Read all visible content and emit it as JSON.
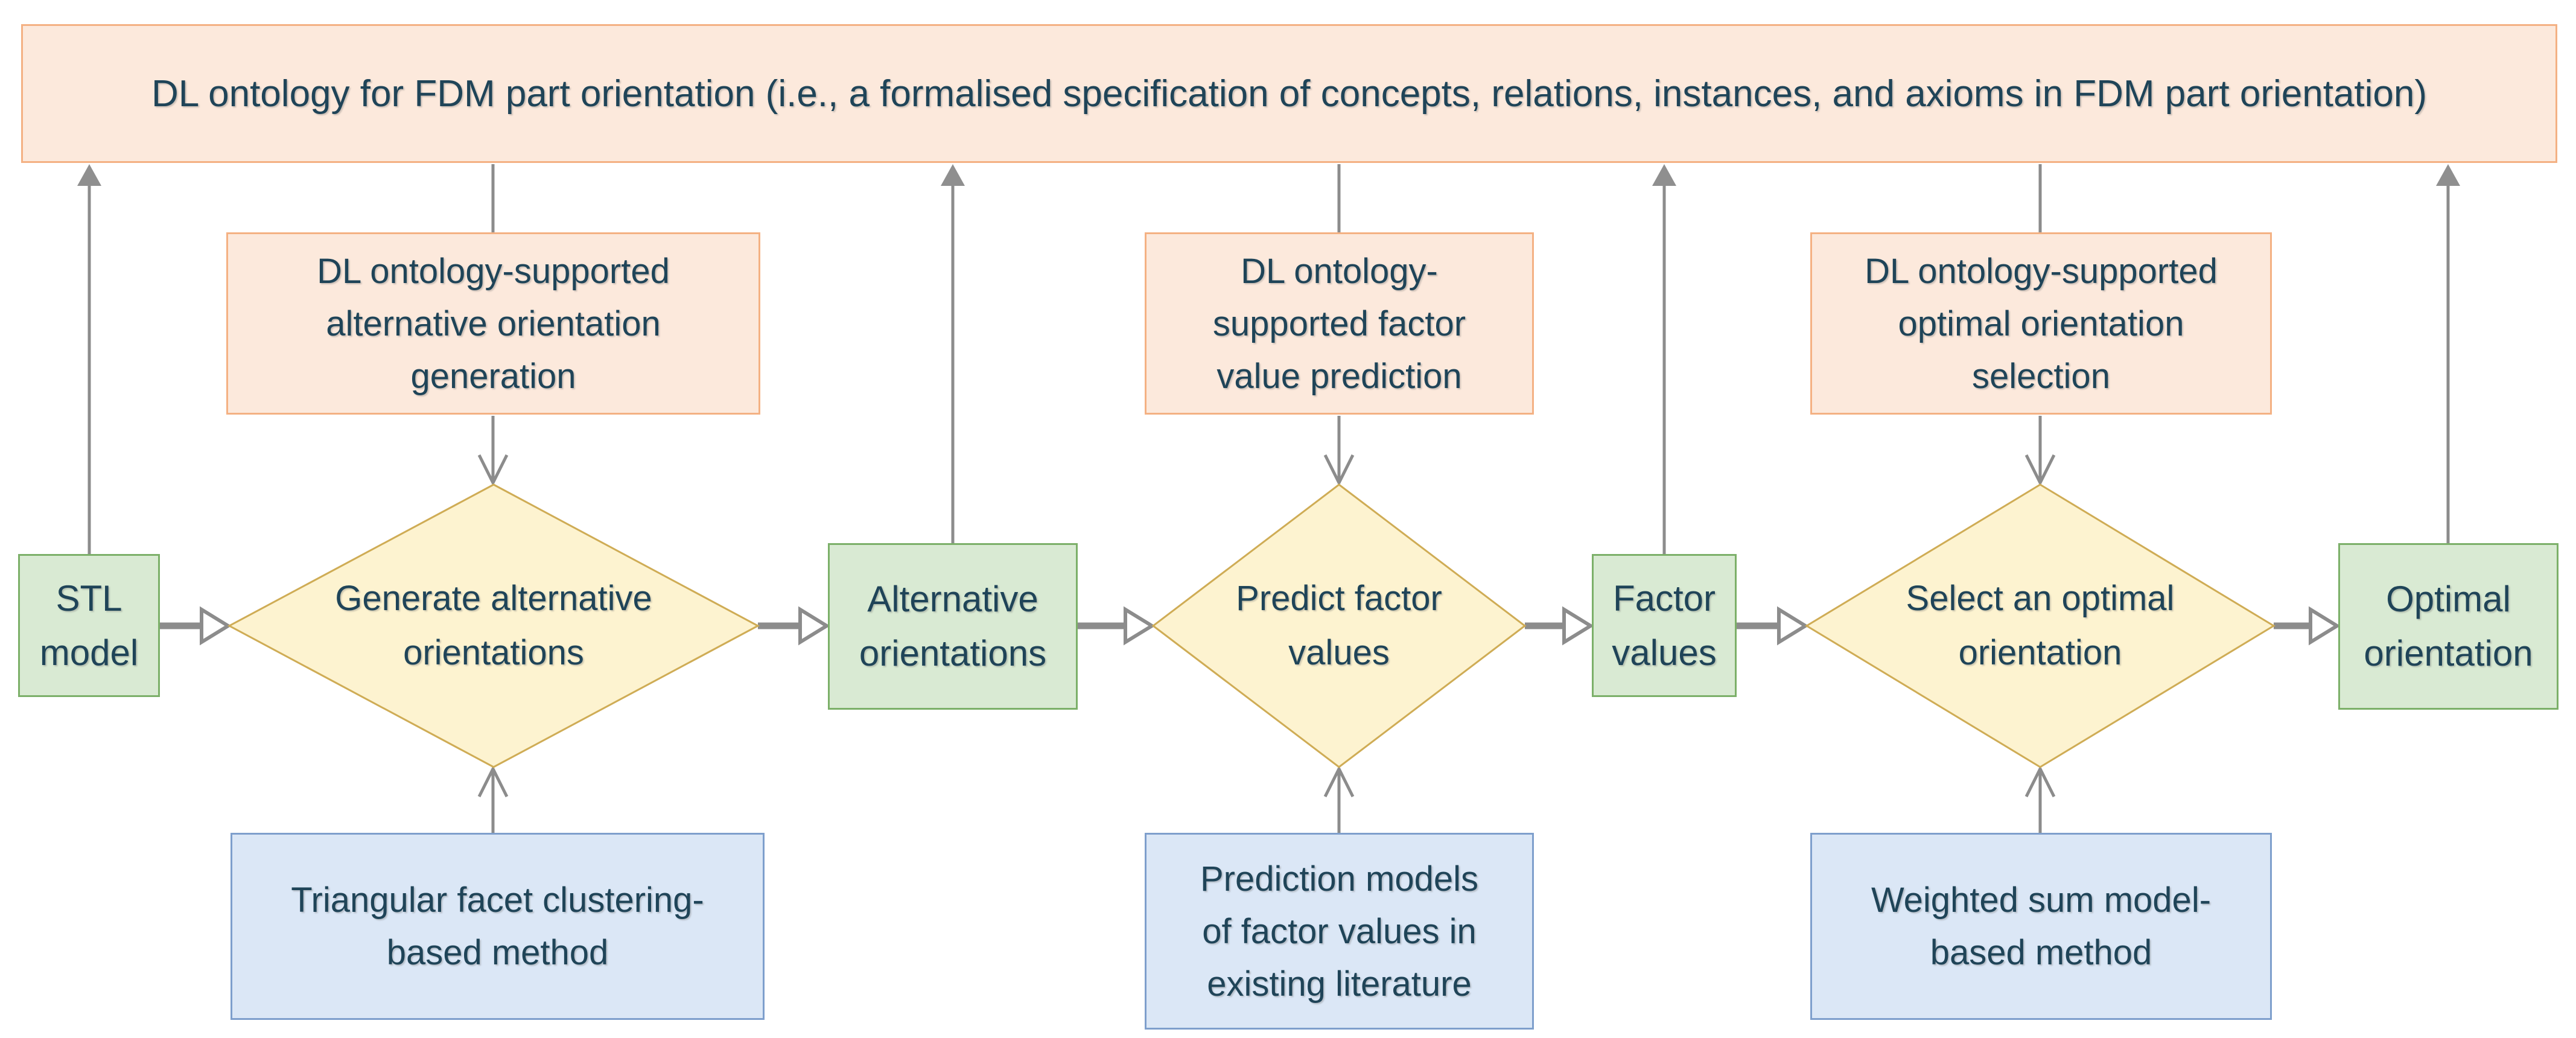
{
  "banner": {
    "text": "DL ontology for FDM part orientation (i.e., a formalised specification of concepts, relations, instances, and axioms in FDM part orientation)"
  },
  "ontology_boxes": [
    {
      "label": [
        "DL ontology-supported",
        "alternative orientation",
        "generation"
      ]
    },
    {
      "label": [
        "DL ontology-",
        "supported factor",
        "value prediction"
      ]
    },
    {
      "label": [
        "DL ontology-supported",
        "optimal orientation",
        "selection"
      ]
    }
  ],
  "process_diamonds": [
    {
      "label": [
        "Generate alternative",
        "orientations"
      ]
    },
    {
      "label": [
        "Predict factor",
        "values"
      ]
    },
    {
      "label": [
        "Select an optimal",
        "orientation"
      ]
    }
  ],
  "artifact_boxes": [
    {
      "label": [
        "STL",
        "model"
      ]
    },
    {
      "label": [
        "Alternative",
        "orientations"
      ]
    },
    {
      "label": [
        "Factor",
        "values"
      ]
    },
    {
      "label": [
        "Optimal",
        "orientation"
      ]
    }
  ],
  "method_boxes": [
    {
      "label": [
        "Triangular facet clustering-",
        "based method"
      ]
    },
    {
      "label": [
        "Prediction models",
        "of factor values in",
        "existing literature"
      ]
    },
    {
      "label": [
        "Weighted sum model-",
        "based method"
      ]
    }
  ],
  "colors": {
    "peach_fill": "#fce9dc",
    "peach_stroke": "#f4b183",
    "green_fill": "#d9ead3",
    "green_stroke": "#7cb069",
    "yellow_fill": "#fdf3d0",
    "yellow_stroke": "#cfac55",
    "blue_fill": "#dbe7f6",
    "blue_stroke": "#7e9fcc",
    "line_gray": "#8c8c8c",
    "text_navy": "#1f4458"
  }
}
